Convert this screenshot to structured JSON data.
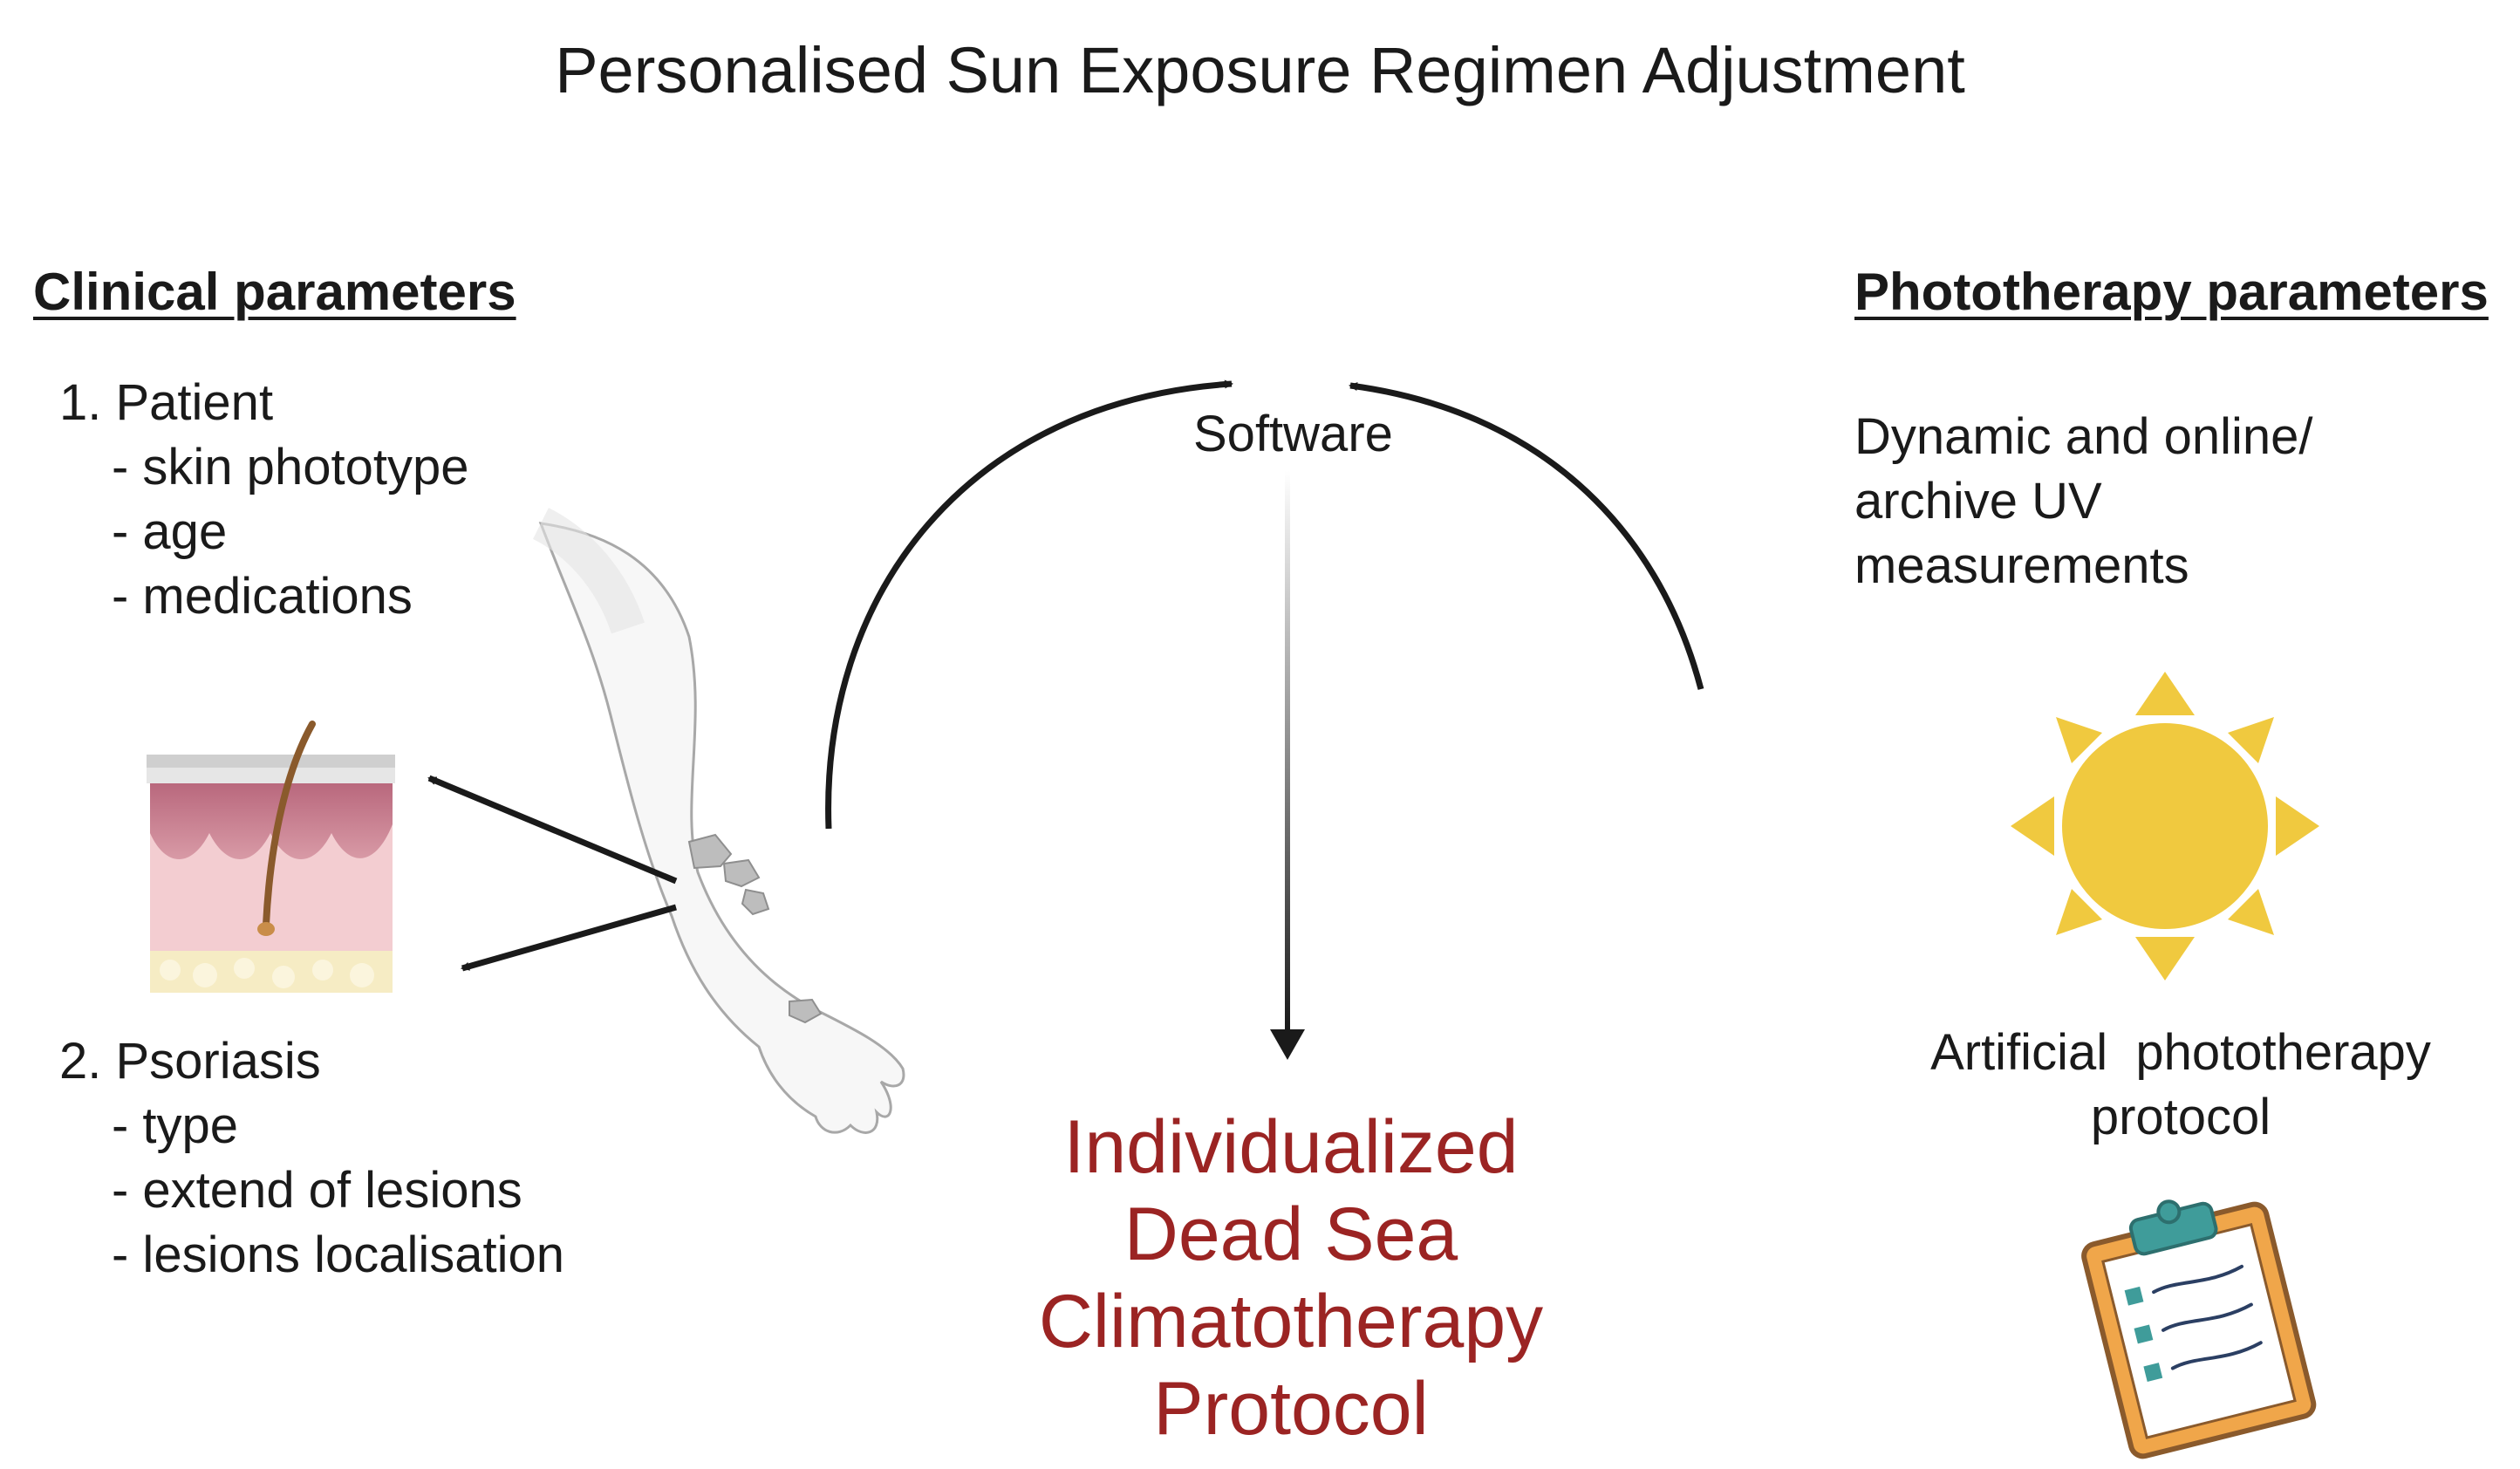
{
  "title": "Personalised Sun Exposure Regimen Adjustment",
  "clinical": {
    "heading": "Clinical parameters",
    "patient": {
      "label": "1. Patient",
      "items": [
        "- skin phototype",
        "- age",
        "- medications"
      ]
    },
    "psoriasis": {
      "label": "2. Psoriasis",
      "items": [
        "- type",
        "- extend of lesions",
        "- lesions localisation"
      ]
    }
  },
  "phototherapy": {
    "heading": "Phototherapy parameters",
    "uv_lines": [
      "Dynamic and online/",
      "archive UV",
      "measurements"
    ],
    "artificial_lines": [
      "Artificial  phototherapy",
      "protocol"
    ]
  },
  "software_label": "Software",
  "protocol_lines": [
    "Individualized",
    "Dead Sea",
    "Climatotherapy",
    "Protocol"
  ],
  "colors": {
    "protocol_text": "#9b2423",
    "sun": "#f0c93f",
    "arrow": "#1a1a1a",
    "clipboard": "#f0a64a",
    "clip_teal": "#3f9c9a",
    "skin_pink": "#f3cdd1",
    "skin_dermis": "#c67f8e",
    "skin_fat": "#f6ecc4"
  },
  "icons": [
    "arm-illustration",
    "skin-cross-section-icon",
    "sun-icon",
    "clipboard-icon"
  ]
}
